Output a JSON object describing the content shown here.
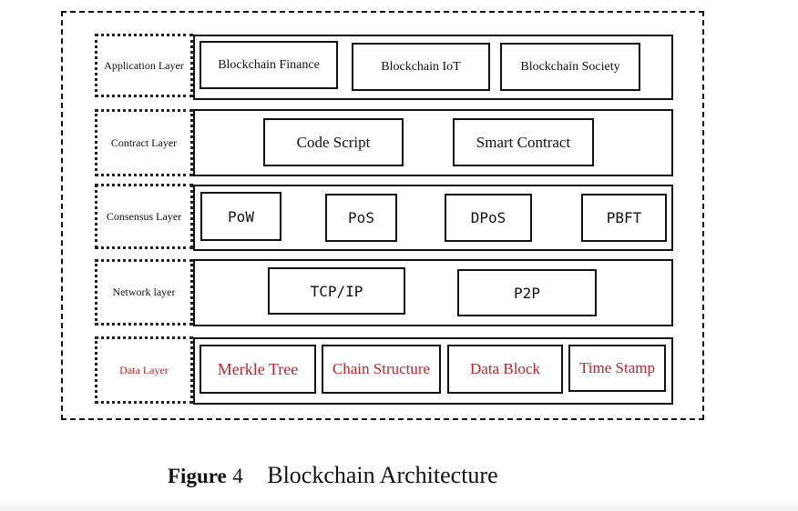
{
  "layers": [
    {
      "label": "Application  Layer",
      "items": [
        "Blockchain Finance",
        "Blockchain IoT",
        "Blockchain Society"
      ]
    },
    {
      "label": "Contract Layer",
      "items": [
        "Code Script",
        "Smart Contract"
      ]
    },
    {
      "label": "Consensus Layer",
      "items": [
        "PoW",
        "PoS",
        "DPoS",
        "PBFT"
      ]
    },
    {
      "label": "Network layer",
      "items": [
        "TCP/IP",
        "P2P"
      ]
    },
    {
      "label": "Data Layer",
      "items": [
        "Merkle Tree",
        "Chain Structure",
        "Data Block",
        "Time Stamp"
      ]
    }
  ],
  "caption": {
    "prefix": "Figure",
    "number": "4",
    "title": "Blockchain  Architecture"
  },
  "colors": {
    "data_layer_text": "#c8202a",
    "stroke": "#111111"
  }
}
